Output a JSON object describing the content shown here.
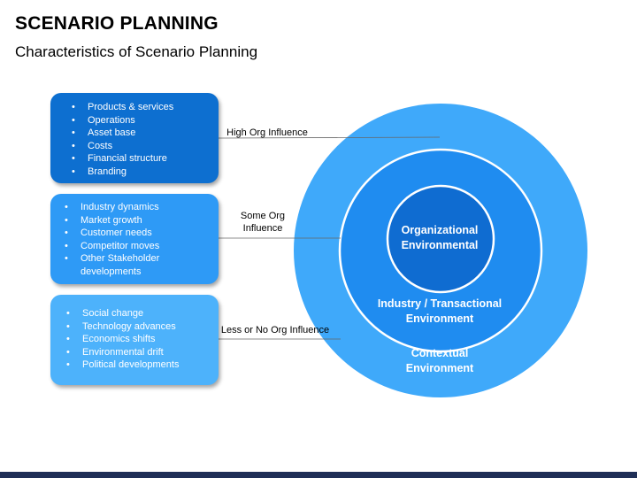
{
  "header": {
    "title": "SCENARIO PLANNING",
    "subtitle": "Characteristics of Scenario Planning"
  },
  "boxes": [
    {
      "items": [
        "Products & services",
        "Operations",
        "Asset base",
        "Costs",
        "Financial structure",
        "Branding"
      ]
    },
    {
      "items": [
        "Industry dynamics",
        "Market growth",
        "Customer needs",
        "Competitor moves",
        "Other Stakeholder developments"
      ]
    },
    {
      "items": [
        "Social change",
        "Technology advances",
        "Economics shifts",
        "Environmental drift",
        "Political developments"
      ]
    }
  ],
  "connectors": {
    "high": "High Org Influence",
    "some": "Some Org Influence",
    "less": "Less or No Org Influence"
  },
  "circles": {
    "inner": "Organizational Environmental",
    "middle": "Industry / Transactional Environment",
    "outer": "Contextual Environment"
  },
  "colors": {
    "box_dark": "#0d6fd0",
    "box_mid": "#2e9af6",
    "box_light": "#4db2fb",
    "circle_outer": "#3fa9fa",
    "circle_middle": "#1f8cf0",
    "circle_inner": "#0f6cd1",
    "bottom_bar": "#1f2f57"
  }
}
